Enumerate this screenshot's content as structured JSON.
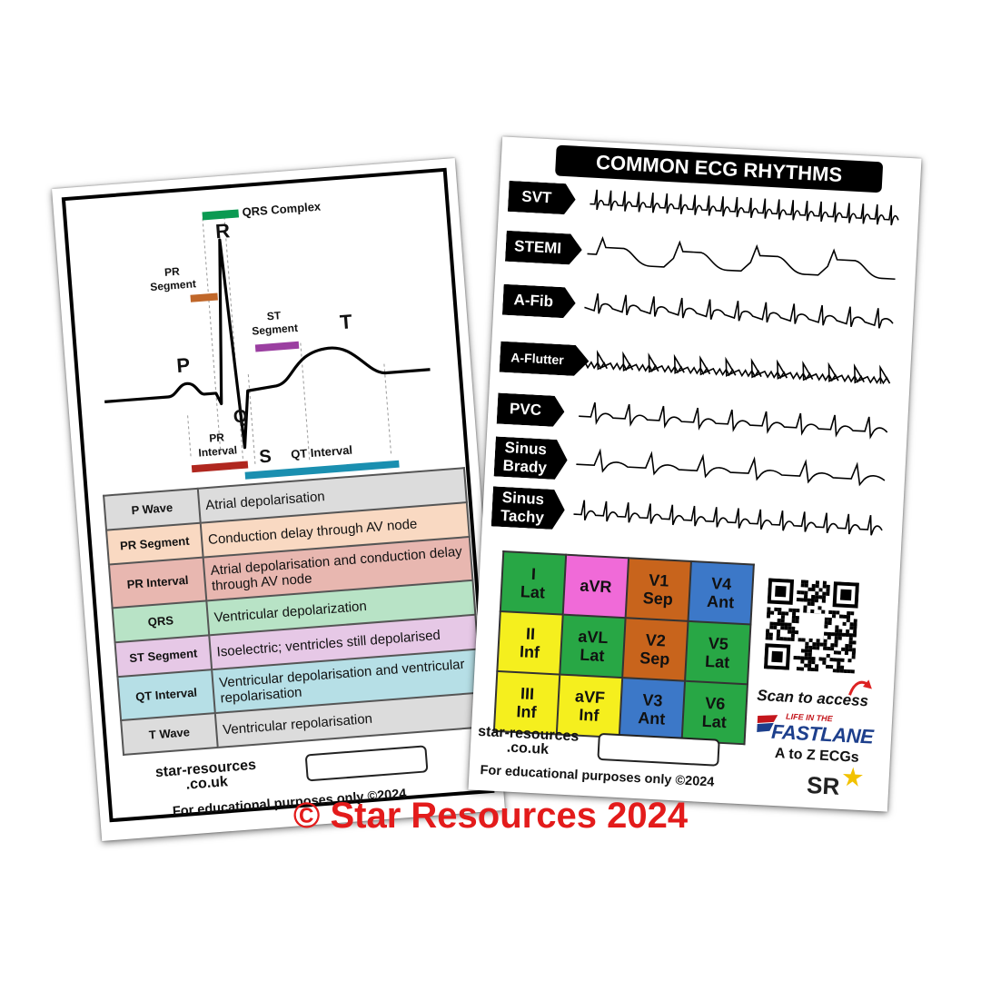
{
  "left_card": {
    "diagram": {
      "qrs_complex": "QRS Complex",
      "r": "R",
      "pr_segment_line1": "PR",
      "pr_segment_line2": "Segment",
      "p": "P",
      "st_segment_line1": "ST",
      "st_segment_line2": "Segment",
      "t": "T",
      "q": "Q",
      "s": "S",
      "pr_interval_line1": "PR",
      "pr_interval_line2": "Interval",
      "qt_interval": "QT Interval",
      "colors": {
        "qrs": "#0b9a52",
        "pr_segment": "#c0672a",
        "st_segment": "#9b3fa1",
        "pr_interval": "#b0271f",
        "qt_interval": "#1a8fb0"
      }
    },
    "table": [
      {
        "term": "P Wave",
        "desc": "Atrial depolarisation",
        "color": "#dcdcdc"
      },
      {
        "term": "PR Segment",
        "desc": "Conduction delay through AV node",
        "color": "#f9d9c2"
      },
      {
        "term": "PR Interval",
        "desc": "Atrial depolarisation and conduction delay through AV node",
        "color": "#e8b7b0"
      },
      {
        "term": "QRS",
        "desc": "Ventricular depolarization",
        "color": "#b8e3c6"
      },
      {
        "term": "ST Segment",
        "desc": "Isoelectric; ventricles still depolarised",
        "color": "#e6c8e6"
      },
      {
        "term": "QT Interval",
        "desc": "Ventricular depolarisation and ventricular repolarisation",
        "color": "#b6dfe6"
      },
      {
        "term": "T Wave",
        "desc": "Ventricular repolarisation",
        "color": "#dcdcdc"
      }
    ],
    "footer": {
      "site_line1": "star-resources",
      "site_line2": ".co.uk",
      "edu": "For educational purposes only ©2024"
    }
  },
  "right_card": {
    "title": "COMMON ECG RHYTHMS",
    "rhythms": [
      {
        "name": "SVT",
        "lines": [
          "SVT"
        ]
      },
      {
        "name": "STEMI",
        "lines": [
          "STEMI"
        ]
      },
      {
        "name": "A-Fib",
        "lines": [
          "A-Fib"
        ]
      },
      {
        "name": "A-Flutter",
        "lines": [
          "A-Flutter"
        ]
      },
      {
        "name": "PVC",
        "lines": [
          "PVC"
        ]
      },
      {
        "name": "Sinus Brady",
        "lines": [
          "Sinus",
          "Brady"
        ]
      },
      {
        "name": "Sinus Tachy",
        "lines": [
          "Sinus",
          "Tachy"
        ]
      }
    ],
    "leads": [
      [
        {
          "lead": "I",
          "region": "Lat",
          "color": "#28a745"
        },
        {
          "lead": "aVR",
          "region": "",
          "color": "#f06ad8"
        },
        {
          "lead": "V1",
          "region": "Sep",
          "color": "#c8641c"
        },
        {
          "lead": "V4",
          "region": "Ant",
          "color": "#3c78c8"
        }
      ],
      [
        {
          "lead": "II",
          "region": "Inf",
          "color": "#f5ef1e"
        },
        {
          "lead": "aVL",
          "region": "Lat",
          "color": "#28a745"
        },
        {
          "lead": "V2",
          "region": "Sep",
          "color": "#c8641c"
        },
        {
          "lead": "V5",
          "region": "Lat",
          "color": "#28a745"
        }
      ],
      [
        {
          "lead": "III",
          "region": "Inf",
          "color": "#f5ef1e"
        },
        {
          "lead": "aVF",
          "region": "Inf",
          "color": "#f5ef1e"
        },
        {
          "lead": "V3",
          "region": "Ant",
          "color": "#3c78c8"
        },
        {
          "lead": "V6",
          "region": "Lat",
          "color": "#28a745"
        }
      ]
    ],
    "scan": "Scan to access",
    "litfl_small": "LIFE IN THE",
    "litfl_big": "FASTLANE",
    "a_to_z": "A to Z ECGs",
    "sr_logo": "SR",
    "footer": {
      "site_line1": "star-resources",
      "site_line2": ".co.uk",
      "edu": "For educational purposes only ©2024"
    }
  },
  "watermark": "© Star Resources 2024"
}
